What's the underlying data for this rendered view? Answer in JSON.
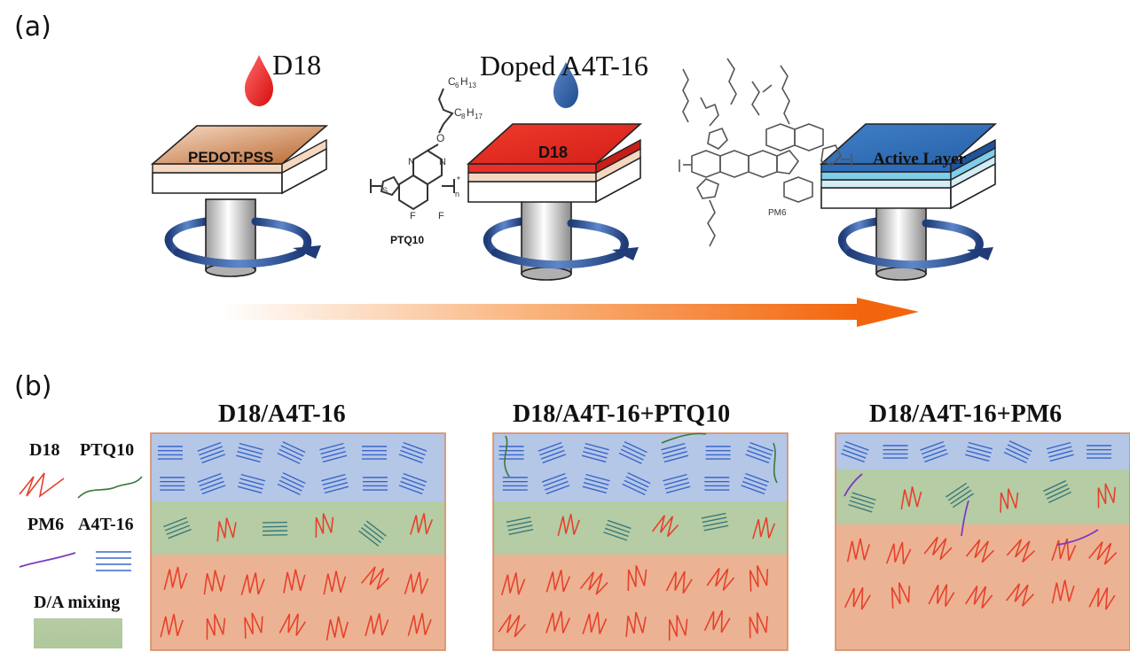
{
  "panel_a": {
    "label": "(a)",
    "drop1_label": "D18",
    "drop2_label": "Doped A4T-16",
    "step1_layer": "PEDOT:PSS",
    "step2_layer": "D18",
    "step3_layer": "Active Layer",
    "molecule1": "PTQ10",
    "molecule2": "PM6",
    "chem_c6": "C",
    "chem_c6_sub": "6",
    "chem_h13": "H",
    "chem_h13_sub": "13",
    "chem_c8": "C",
    "chem_c8_sub": "8",
    "chem_h17": "H",
    "chem_h17_sub": "17",
    "chem_o": "O",
    "chem_n1": "N",
    "chem_n2": "N",
    "chem_f1": "F",
    "chem_f2": "F",
    "chem_s": "S",
    "chem_n_sub": "n",
    "chem_star": "*",
    "colors": {
      "pedot": "#c8733a",
      "d18_layer": "#e8302a",
      "active_layer": "#2f6db8",
      "drop_red": "#e51d1d",
      "drop_blue": "#2b5fa3",
      "arrow": "#f26c0f",
      "spin_arrow": "#2b4c8c"
    }
  },
  "panel_b": {
    "label": "(b)",
    "legend": {
      "d18": "D18",
      "ptq10": "PTQ10",
      "pm6": "PM6",
      "a4t16": "A4T-16",
      "mixing": "D/A mixing"
    },
    "box_titles": [
      "D18/A4T-16",
      "D18/A4T-16+PTQ10",
      "D18/A4T-16+PM6"
    ],
    "colors": {
      "acceptor_region": "#b4c7e7",
      "mixing_region": "#b6cca4",
      "donor_region": "#ebb394",
      "border": "#d9865a"
    }
  }
}
